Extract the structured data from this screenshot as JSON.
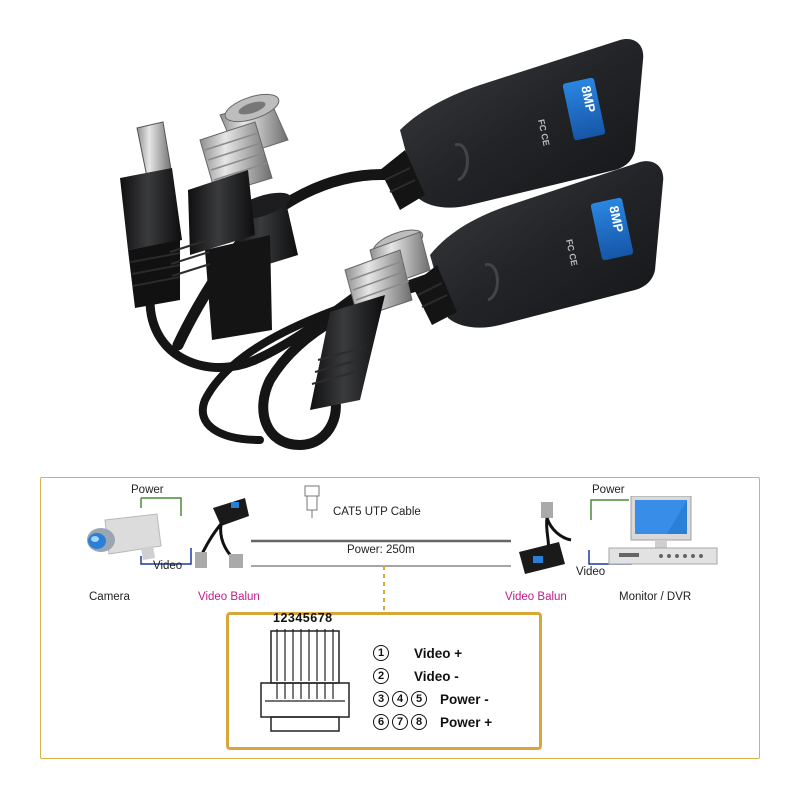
{
  "product": {
    "badge_text": "8MP",
    "badge_color": "#1f6fc9"
  },
  "diagram": {
    "camera": {
      "power_label": "Power",
      "video_label": "Video",
      "name": "Camera"
    },
    "balun_left": {
      "name": "Video Balun"
    },
    "cable": {
      "name": "CAT5 UTP Cable",
      "power_distance": "Power: 250m"
    },
    "balun_right": {
      "name": "Video Balun"
    },
    "monitor": {
      "power_label": "Power",
      "video_label": "Video",
      "name": "Monitor / DVR"
    },
    "accent_color": "#d8a73a",
    "balun_label_color": "#c21b8b"
  },
  "pinout": {
    "header": "12345678",
    "rows": [
      {
        "pins": [
          "1"
        ],
        "label": "Video +"
      },
      {
        "pins": [
          "2"
        ],
        "label": "Video -"
      },
      {
        "pins": [
          "3",
          "4",
          "5"
        ],
        "label": "Power -"
      },
      {
        "pins": [
          "6",
          "7",
          "8"
        ],
        "label": "Power +"
      }
    ]
  }
}
